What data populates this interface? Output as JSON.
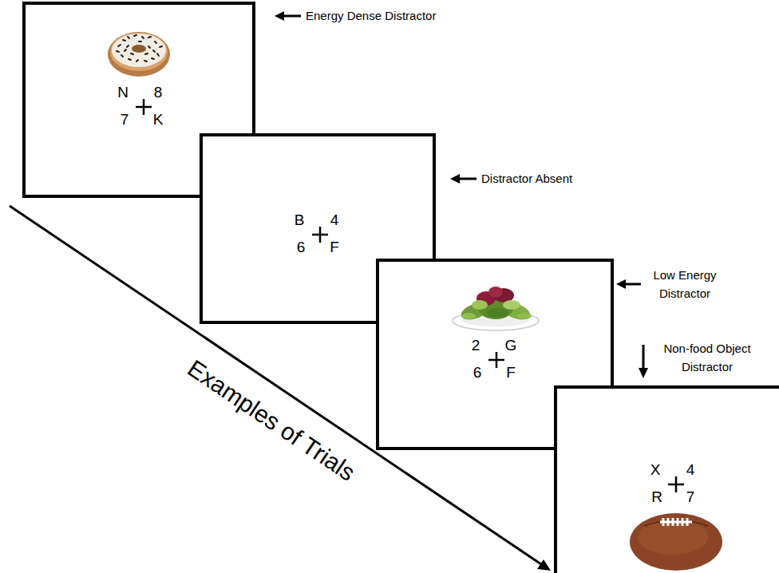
{
  "diagram": {
    "nodes": [
      {
        "text": [
          "N",
          "8",
          "7",
          "K"
        ]
      },
      {
        "text": [
          "B",
          "4",
          "6",
          "F"
        ]
      },
      {
        "text": [
          "2",
          "G",
          "6",
          "F"
        ]
      },
      {
        "text": [
          "X",
          "4",
          "R",
          "7"
        ]
      }
    ],
    "labels": [
      "Energy Dense Distractor",
      "Distractor Absent",
      "Low Energy Distractor",
      "Non-food Object Distractor",
      "Examples of Trials"
    ]
  }
}
